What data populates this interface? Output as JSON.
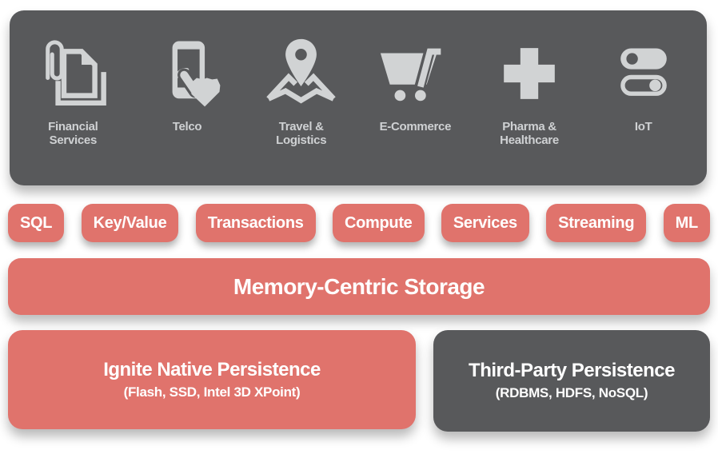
{
  "colors": {
    "accent_red": "#e0736c",
    "dark_gray": "#58595b",
    "icon_light_gray": "#d1d3d4",
    "background": "#ffffff",
    "text_on_color": "#ffffff"
  },
  "industries": {
    "items": [
      {
        "label": "Financial Services",
        "lines": [
          "Financial",
          "Services"
        ],
        "icon": "paperclip-documents-icon"
      },
      {
        "label": "Telco",
        "lines": [
          "Telco"
        ],
        "icon": "smartphone-tap-icon"
      },
      {
        "label": "Travel & Logistics",
        "lines": [
          "Travel &",
          "Logistics"
        ],
        "icon": "map-location-pin-icon"
      },
      {
        "label": "E-Commerce",
        "lines": [
          "E-Commerce"
        ],
        "icon": "shopping-cart-icon"
      },
      {
        "label": "Pharma & Healthcare",
        "lines": [
          "Pharma &",
          "Healthcare"
        ],
        "icon": "medical-cross-icon"
      },
      {
        "label": "IoT",
        "lines": [
          "IoT"
        ],
        "icon": "iot-toggle-switches-icon"
      }
    ]
  },
  "features": {
    "pills": [
      "SQL",
      "Key/Value",
      "Transactions",
      "Compute",
      "Services",
      "Streaming",
      "ML"
    ]
  },
  "storage": {
    "label": "Memory-Centric Storage"
  },
  "persistence": {
    "native": {
      "title": "Ignite Native Persistence",
      "subtitle": "(Flash, SSD, Intel 3D XPoint)"
    },
    "third_party": {
      "title": "Third-Party Persistence",
      "subtitle": "(RDBMS, HDFS, NoSQL)"
    }
  }
}
